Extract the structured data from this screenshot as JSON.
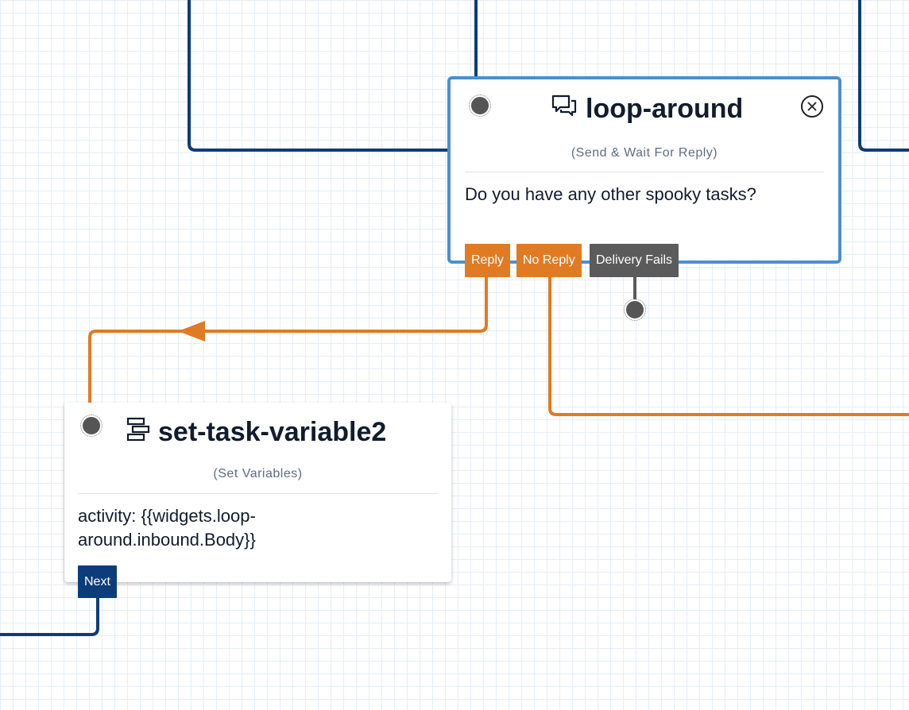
{
  "colors": {
    "canvas_grid": "#e6eef7",
    "wire_blue": "#0b3d7a",
    "wire_orange": "#e07b24",
    "wire_gray": "#5b5b5b",
    "selected_border": "#4a90d2"
  },
  "widgets": {
    "loop_around": {
      "icon": "chat-bubbles-icon",
      "title": "loop-around",
      "type": "(Send & Wait For Reply)",
      "body": "Do you have any other spooky tasks?",
      "transitions": {
        "reply": "Reply",
        "no_reply": "No Reply",
        "delivery_fails": "Delivery Fails"
      }
    },
    "set_task_variable2": {
      "icon": "set-variables-icon",
      "title": "set-task-variable2",
      "type": "(Set Variables)",
      "body_line1": "activity: {{widgets.loop-",
      "body_line2": "around.inbound.Body}}",
      "transitions": {
        "next": "Next"
      }
    }
  }
}
